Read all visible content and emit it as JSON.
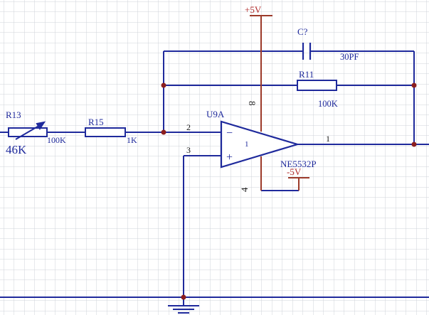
{
  "colors": {
    "wire": "#1f2a9c",
    "power_wire": "#9c3a2a",
    "power_text": "#b02a2a",
    "component_text": "#1f2a9c",
    "junction": "#8c1e1e",
    "grid": "#cfd3d8",
    "pin_text": "#1a1a1a"
  },
  "power": {
    "positive_label": "+5V",
    "negative_label": "-5V"
  },
  "components": {
    "c": {
      "ref": "C?",
      "value": "30PF"
    },
    "r11": {
      "ref": "R11",
      "value": "100K"
    },
    "r13": {
      "ref": "R13",
      "value": "46K",
      "tap_value": "100K"
    },
    "r15": {
      "ref": "R15",
      "value": "1K"
    },
    "opamp": {
      "ref": "U9A",
      "part": "NE5532P",
      "unit": "1",
      "pins": {
        "inv": "2",
        "noninv": "3",
        "out": "1",
        "vcc": "8",
        "vee": "4"
      },
      "minus_sign": "−",
      "plus_sign": "+"
    }
  },
  "icons": [
    "ground-icon",
    "opamp-triangle",
    "resistor-box",
    "capacitor-icon",
    "potentiometer-arrow"
  ]
}
